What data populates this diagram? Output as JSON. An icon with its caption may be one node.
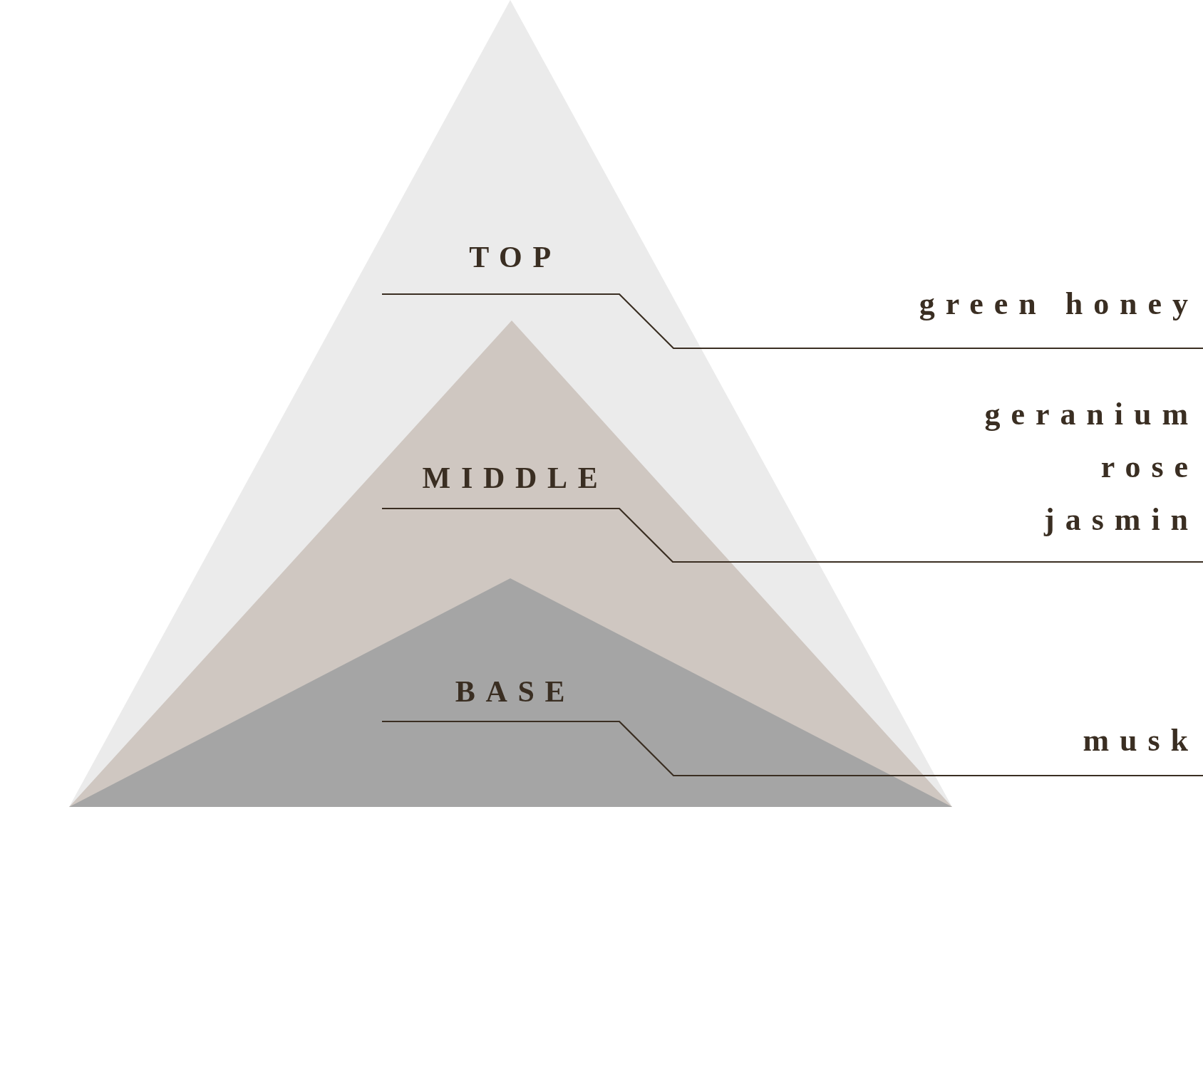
{
  "diagram": {
    "nodes": [
      {
        "text": [
          "TOP"
        ]
      },
      {
        "text": [
          "MIDDLE"
        ],
        "in": 0
      },
      {
        "text": [
          "BASE"
        ],
        "in": 1
      },
      {
        "text": [
          "green honey"
        ]
      },
      {
        "text": [
          "geranium rose jasmin"
        ]
      },
      {
        "text": [
          "musk"
        ]
      }
    ],
    "edges": [
      {
        "from": 0,
        "to": 3,
        "arrow": "none"
      },
      {
        "from": 1,
        "to": 4,
        "arrow": "none"
      },
      {
        "from": 2,
        "to": 5,
        "arrow": "none"
      }
    ]
  }
}
